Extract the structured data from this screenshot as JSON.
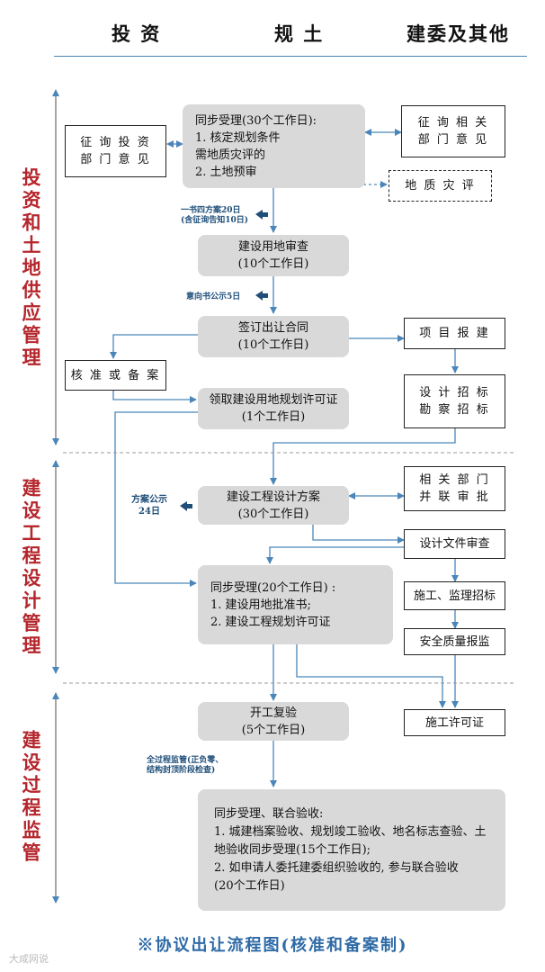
{
  "header": {
    "col_investment": "投 资",
    "col_planning": "规 土",
    "col_construction": "建委及其他"
  },
  "stages": {
    "stage1": "投资和土地供应管理",
    "stage2": "建设工程设计管理",
    "stage3": "建设过程监管"
  },
  "boxes": {
    "solicit_invest": "征 询 投 资\n部 门 意 见",
    "sync1": "同步受理(30个工作日):\n1. 核定规划条件\n    需地质灾评的\n2. 土地预审",
    "solicit_related": "征 询 相 关\n部 门 意 见",
    "geo_eval": "地 质 灾 评",
    "land_review": "建设用地审查\n(10个工作日)",
    "sign_contract": "签订出让合同\n(10个工作日)",
    "project_report": "项 目 报 建",
    "approve_record": "核 准 或 备 案",
    "land_permit": "领取建设用地规划许可证\n(1个工作日)",
    "design_tender": "设 计 招 标\n勘 察 招 标",
    "design_scheme": "建设工程设计方案\n(30个工作日)",
    "joint_approval": "相 关 部 门\n并 联 审 批",
    "design_doc_review": "设计文件审查",
    "sync2": "同步受理(20个工作日) :\n1. 建设用地批准书;\n2. 建设工程规划许可证",
    "construction_tender": "施工、监理招标",
    "safety_quality": "安全质量报监",
    "start_check": "开工复验\n(5个工作日)",
    "construction_permit": "施工许可证",
    "final_accept": "同步受理、联合验收:\n1. 城建档案验收、规划竣工验收、地名标志查验、土地验收同步受理(15个工作日);\n2. 如申请人委托建委组织验收的, 参与联合验收\n(20个工作日)"
  },
  "notes": {
    "one_book": "一书四方案20日\n(含征询告知10日)",
    "intent_notice": "意向书公示5日",
    "scheme_notice": "方案公示\n24日",
    "whole_supervision": "全过程监管(正负零、\n结构封顶阶段检查)"
  },
  "caption": "※协议出让流程图(核准和备案制)",
  "watermark": "大咸网说",
  "colors": {
    "accent": "#4a86b9",
    "stage_text": "#b4262c",
    "gray_box": "#d9d9d9",
    "note_text": "#1f4e79"
  }
}
